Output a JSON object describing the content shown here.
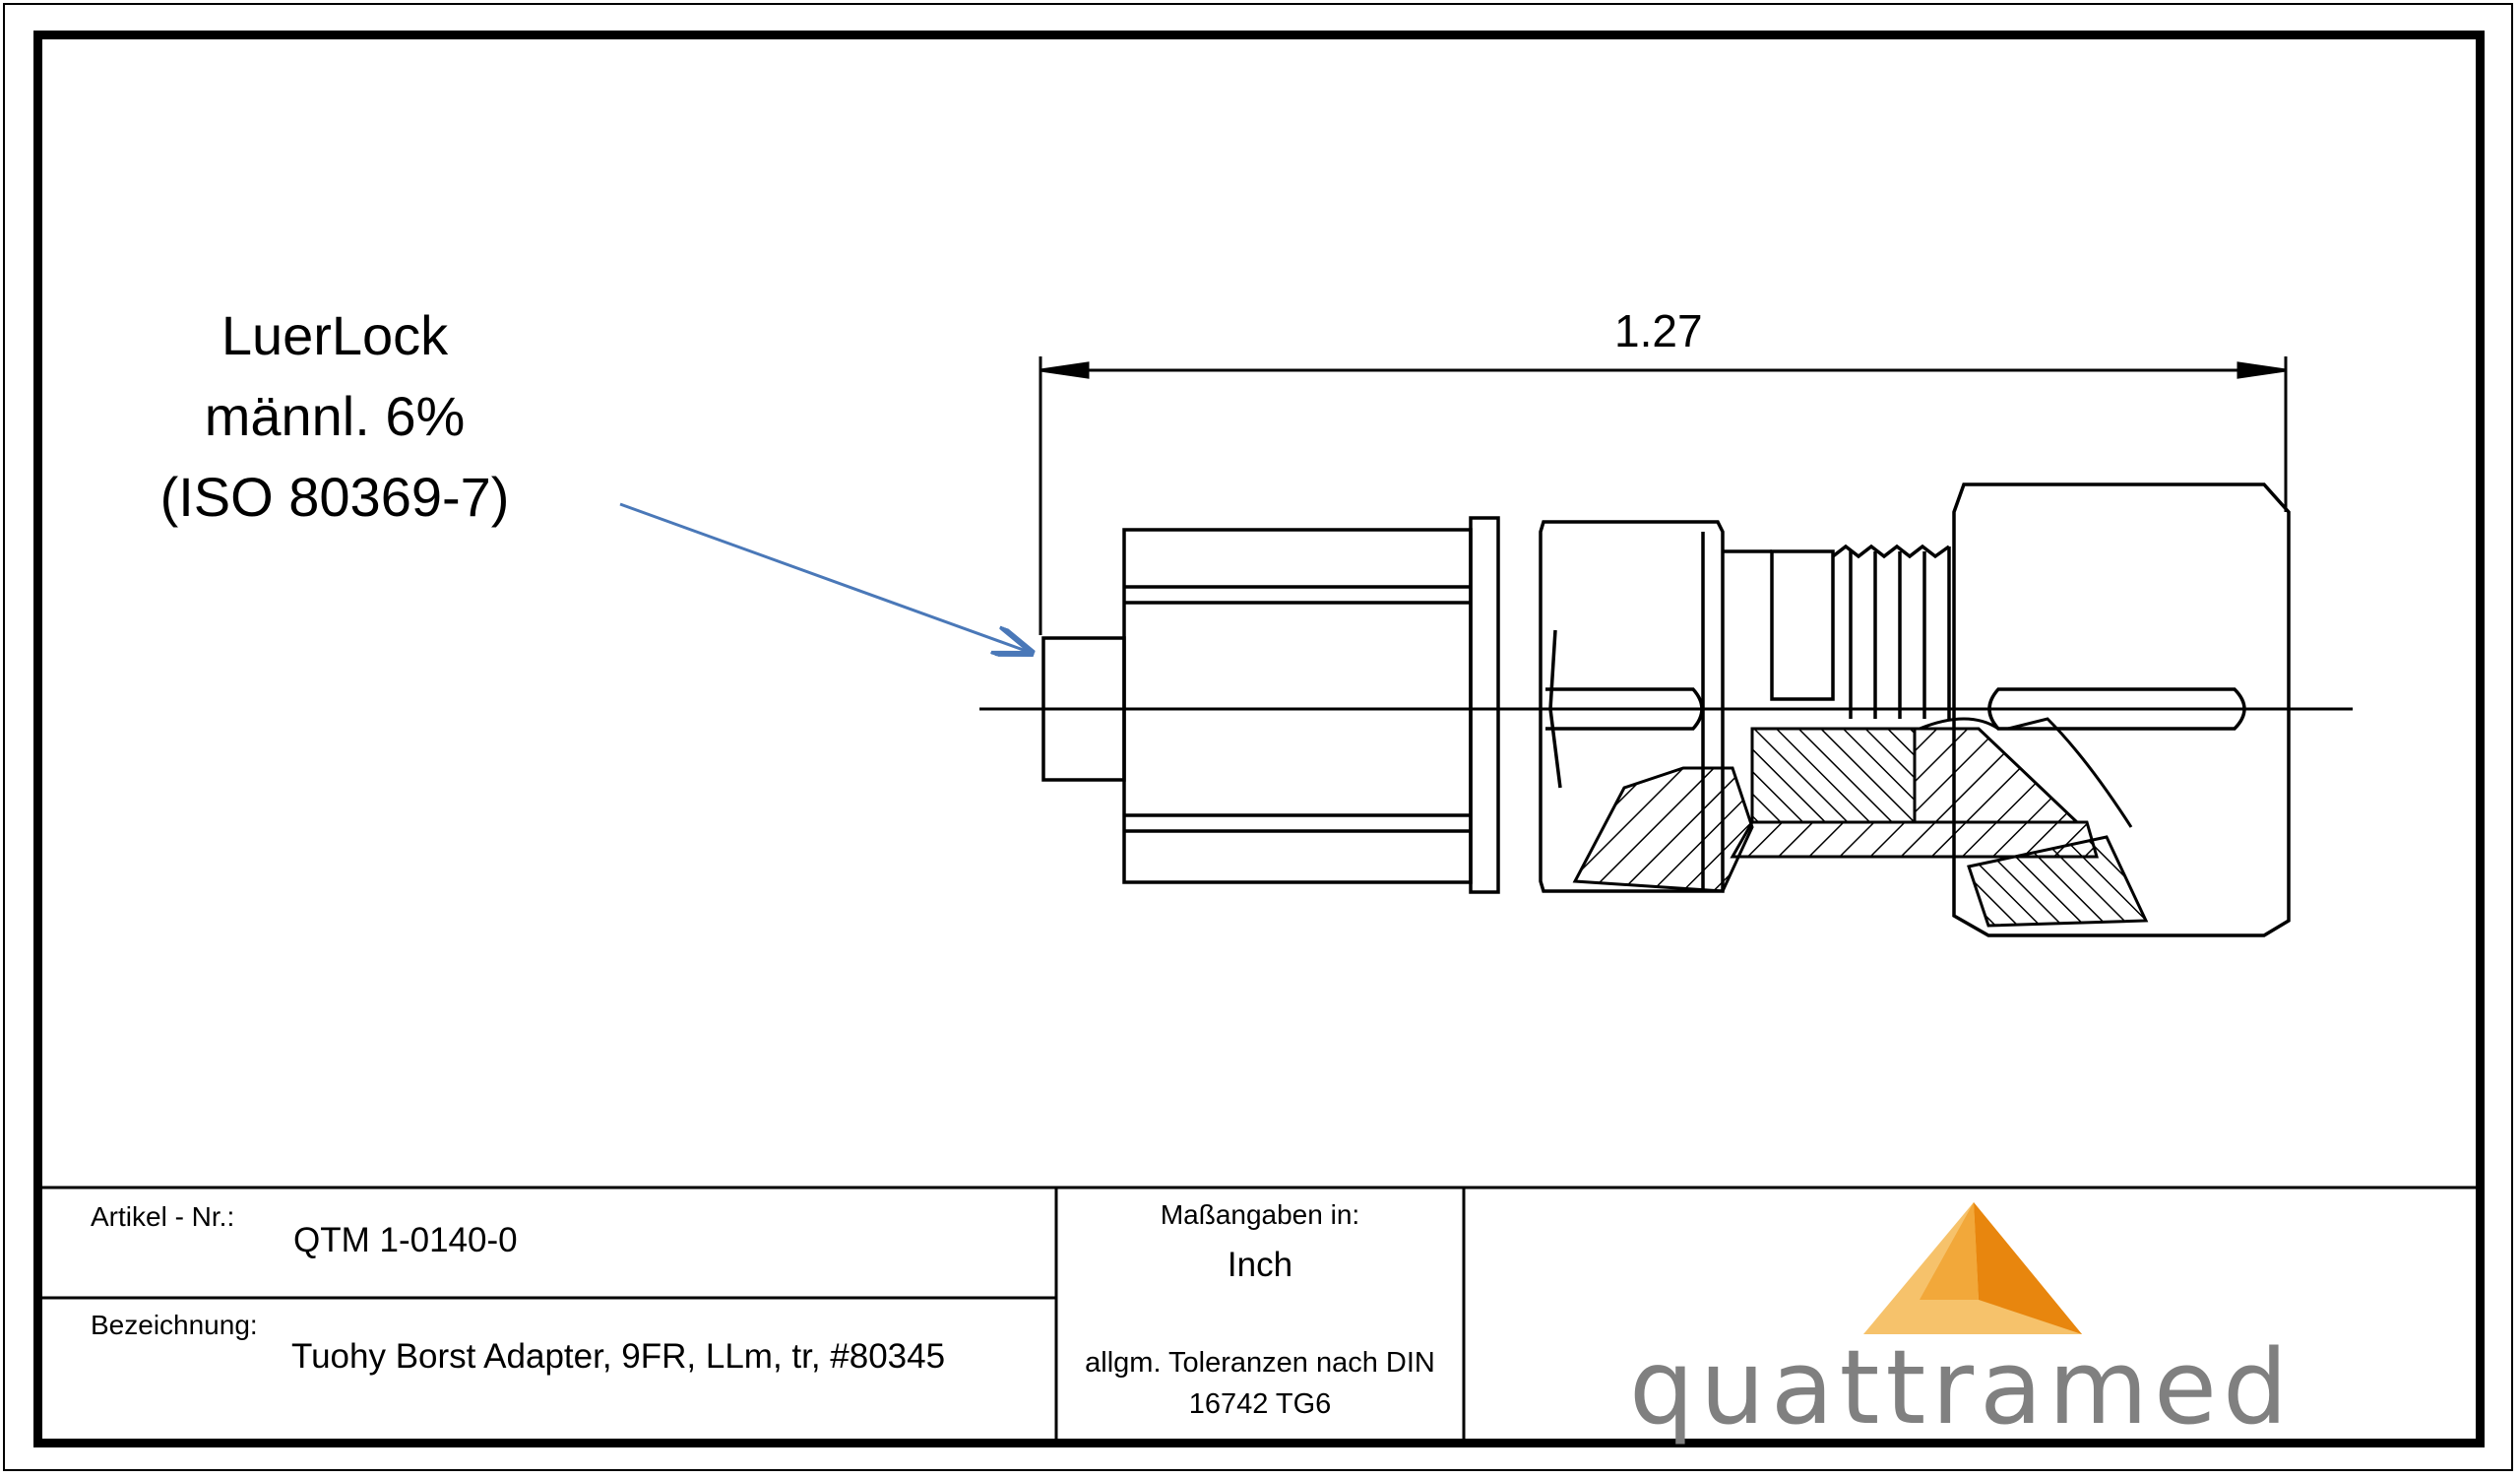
{
  "drawing": {
    "dimension_label": "1.27",
    "callout_lines": [
      "LuerLock",
      "männl. 6%",
      "(ISO 80369-7)"
    ]
  },
  "title_block": {
    "article_label": "Artikel - Nr.:",
    "article_value": "QTM 1-0140-0",
    "description_label": "Bezeichnung:",
    "description_value": "Tuohy Borst Adapter, 9FR, LLm, tr, #80345",
    "units_label": "Maßangaben in:",
    "units_value": "Inch",
    "tolerance_line1": "allgm. Toleranzen nach DIN",
    "tolerance_line2": "16742 TG6"
  },
  "logo": {
    "name": "quattramed",
    "colors": {
      "light": "#F6C26B",
      "dark": "#E8860E",
      "text": "#808080"
    }
  }
}
